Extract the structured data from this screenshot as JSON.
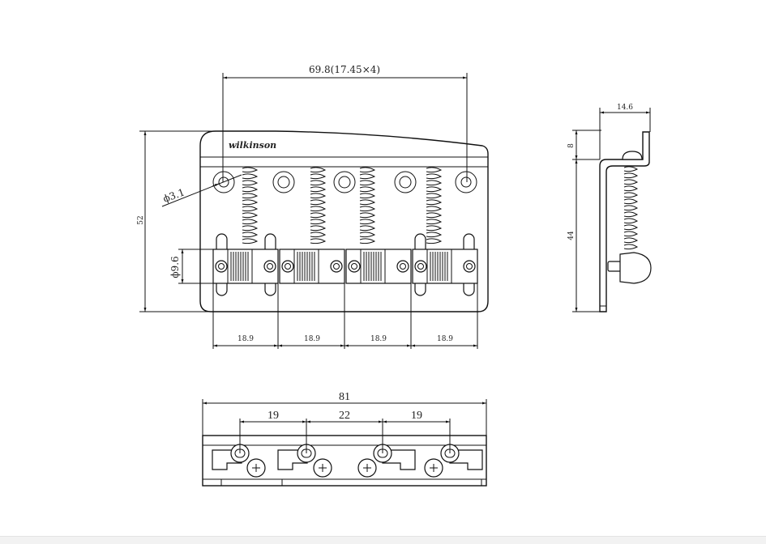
{
  "drawing": {
    "top_view": {
      "hole_spacing_label": "69.8(17.45×4)",
      "height_label": "52",
      "hole_diameter_label": "ϕ3.1",
      "saddle_diameter_label": "ϕ9.6",
      "saddle_widths": [
        "18.9",
        "18.9",
        "18.9",
        "18.9"
      ],
      "logo_text": "wilkinson"
    },
    "side_view": {
      "depth_label": "14.6",
      "top_height_label": "8",
      "plate_height_label": "44"
    },
    "bottom_view": {
      "total_width_label": "81",
      "spacings": [
        "19",
        "22",
        "19"
      ]
    }
  }
}
